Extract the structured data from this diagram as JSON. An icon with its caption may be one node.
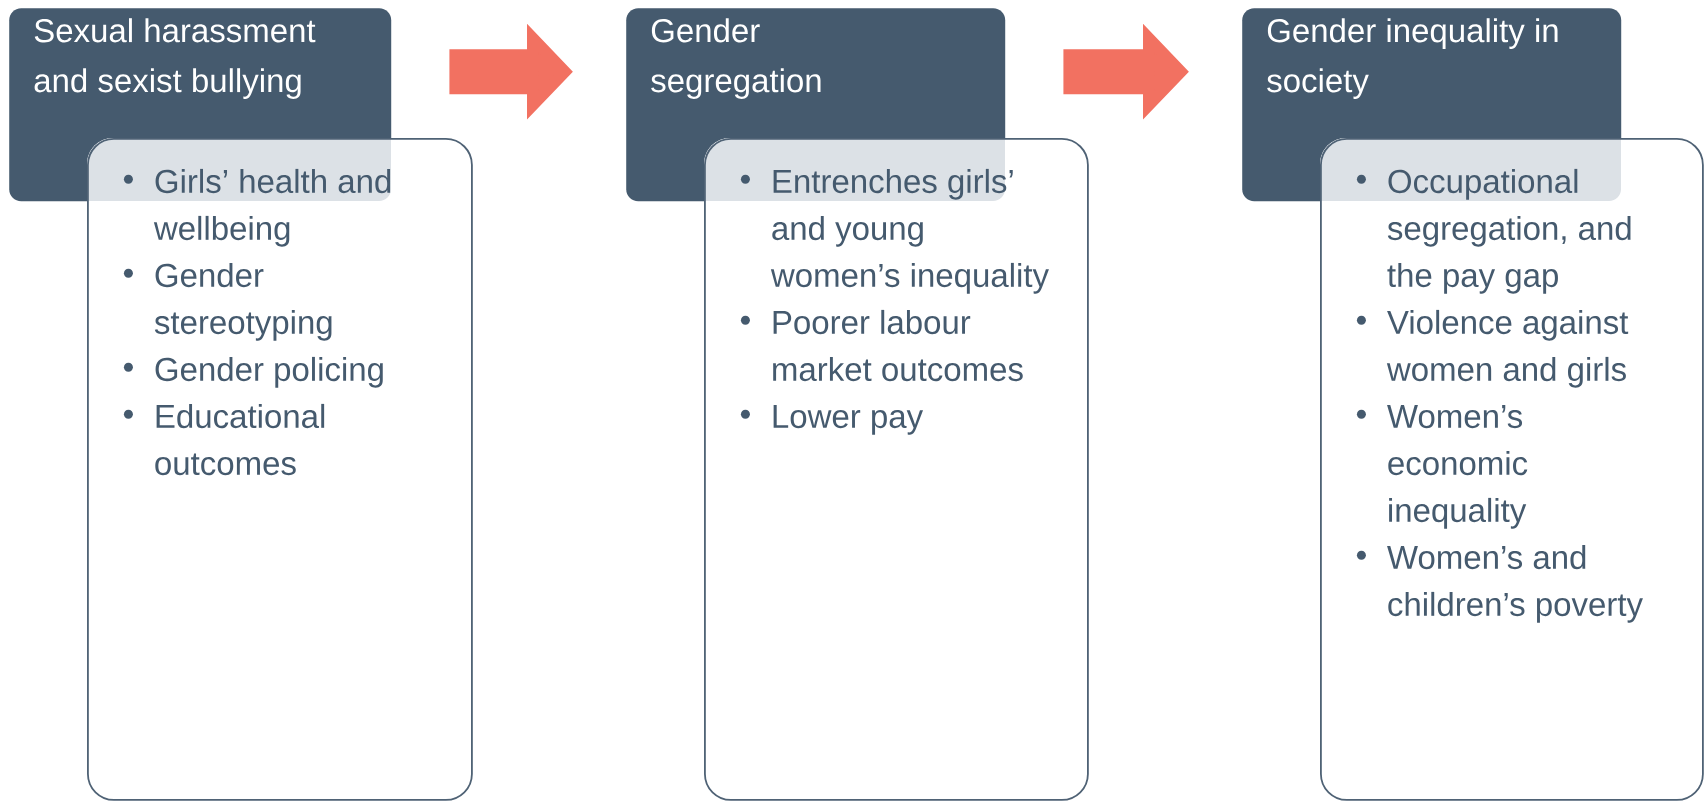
{
  "diagram": {
    "nodes": [
      {
        "text": [
          "Sexual harassment and sexist bullying"
        ]
      },
      {
        "text": [
          "Girls’ health and wellbeing",
          "Gender stereotyping",
          "Gender policing",
          "Educational outcomes"
        ]
      },
      {
        "text": [
          "Gender segregation"
        ]
      },
      {
        "text": [
          "Entrenches girls’ and young women’s inequality",
          "Poorer labour market outcomes",
          "Lower pay"
        ]
      },
      {
        "text": [
          "Gender inequality in society"
        ]
      },
      {
        "text": [
          "Occupational segregation, and the pay gap",
          "Violence against women and girls",
          "Women’s economic inequality",
          "Women’s and children’s poverty"
        ]
      }
    ],
    "edges": [
      {
        "from": 0,
        "to": 2,
        "arrow": "to"
      },
      {
        "from": 2,
        "to": 4,
        "arrow": "to"
      }
    ]
  }
}
